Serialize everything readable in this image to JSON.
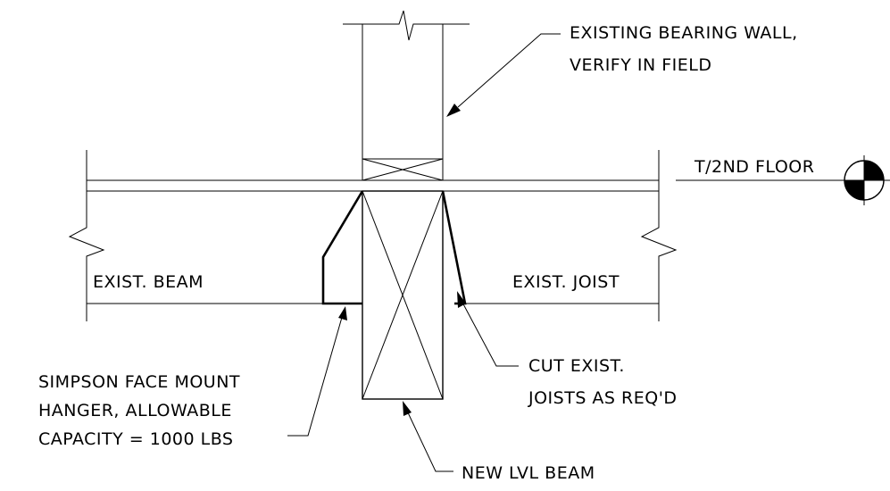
{
  "labels": {
    "bearing_wall_line1": "EXISTING BEARING WALL,",
    "bearing_wall_line2": "VERIFY IN FIELD",
    "floor_level": "T/2ND FLOOR",
    "exist_beam": "EXIST. BEAM",
    "exist_joist": "EXIST. JOIST",
    "cut_joists_line1": "CUT EXIST.",
    "cut_joists_line2": "JOISTS AS REQ'D",
    "hanger_line1": "SIMPSON FACE MOUNT",
    "hanger_line2": "HANGER, ALLOWABLE",
    "hanger_line3": "CAPACITY = 1000 LBS",
    "new_beam": "NEW LVL BEAM"
  },
  "colors": {
    "line": "#000000",
    "background": "#ffffff"
  }
}
